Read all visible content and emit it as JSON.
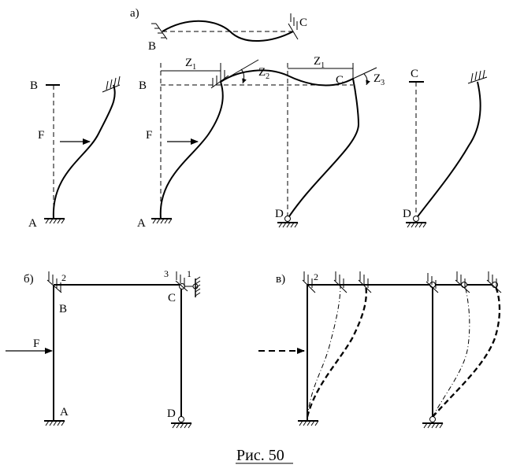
{
  "labels": {
    "a": "а)",
    "b": "б)",
    "v": "в)",
    "B": "B",
    "C": "C",
    "A": "A",
    "D": "D",
    "F": "F",
    "Z": "Z",
    "one": "1",
    "two": "2",
    "three": "3"
  },
  "caption": "Рис. 50"
}
